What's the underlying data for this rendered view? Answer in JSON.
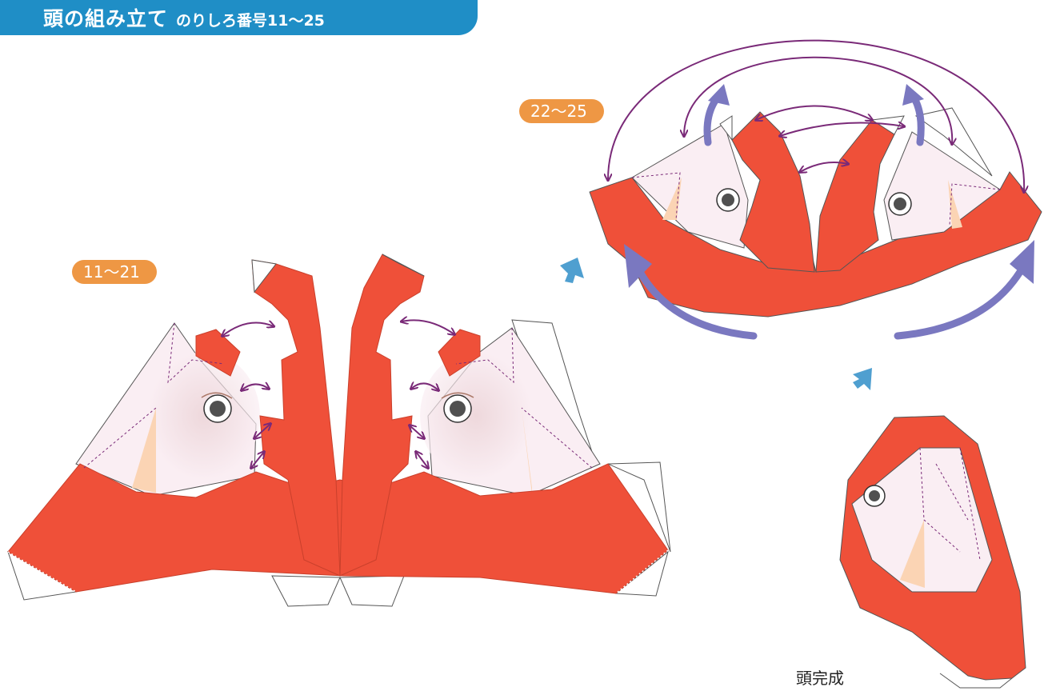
{
  "header": {
    "title": "頭の組み立て",
    "subtitle": "のりしろ番号11〜25"
  },
  "steps": [
    {
      "badge": "11〜21"
    },
    {
      "badge": "22〜25"
    }
  ],
  "complete_label": "頭完成",
  "colors": {
    "header": "#1f8ec6",
    "badge": "#ee9744",
    "red": "#ef5039",
    "face": "#faeef3",
    "skin": "#fbd4b4",
    "arrow_small": "#7a2a78",
    "arrow_big": "#7a78c0",
    "step_arrow": "#4f9fd0"
  }
}
